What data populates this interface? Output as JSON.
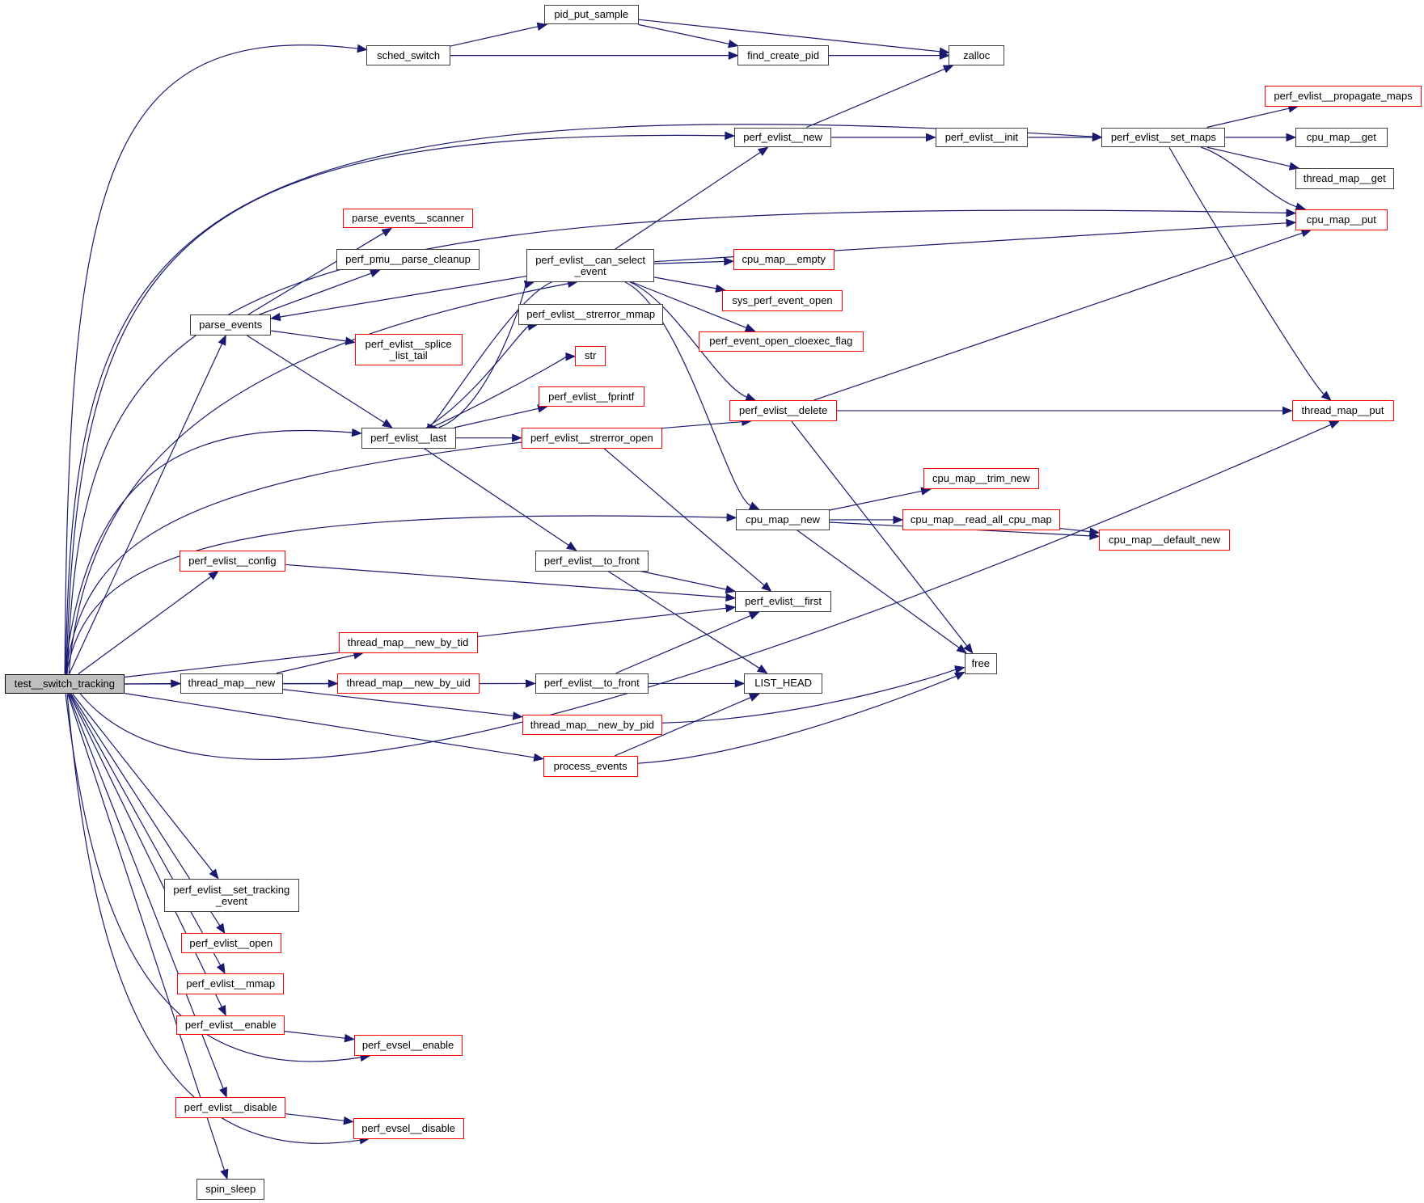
{
  "diagram": {
    "title": "Call graph for test__switch_tracking",
    "colors": {
      "edge": "#191970",
      "node_border_internal": "#404040",
      "node_border_external": "#ff0000",
      "root_fill": "#bfbfbf"
    },
    "nodes": [
      {
        "id": "test__switch_tracking",
        "label": "test__switch_tracking",
        "kind": "root"
      },
      {
        "id": "sched_switch",
        "label": "sched_switch",
        "kind": "internal"
      },
      {
        "id": "pid_put_sample",
        "label": "pid_put_sample",
        "kind": "internal"
      },
      {
        "id": "find_create_pid",
        "label": "find_create_pid",
        "kind": "internal"
      },
      {
        "id": "zalloc",
        "label": "zalloc",
        "kind": "internal"
      },
      {
        "id": "perf_evlist__propagate_maps",
        "label": "perf_evlist__propagate_maps",
        "kind": "external"
      },
      {
        "id": "perf_evlist__new",
        "label": "perf_evlist__new",
        "kind": "internal"
      },
      {
        "id": "perf_evlist__init",
        "label": "perf_evlist__init",
        "kind": "internal"
      },
      {
        "id": "perf_evlist__set_maps",
        "label": "perf_evlist__set_maps",
        "kind": "internal"
      },
      {
        "id": "cpu_map__get",
        "label": "cpu_map__get",
        "kind": "internal"
      },
      {
        "id": "thread_map__get",
        "label": "thread_map__get",
        "kind": "internal"
      },
      {
        "id": "cpu_map__put",
        "label": "cpu_map__put",
        "kind": "external"
      },
      {
        "id": "parse_events__scanner",
        "label": "parse_events__scanner",
        "kind": "external"
      },
      {
        "id": "perf_pmu__parse_cleanup",
        "label": "perf_pmu__parse_cleanup",
        "kind": "internal"
      },
      {
        "id": "perf_evlist__can_select_event",
        "label": "perf_evlist__can_select\n_event",
        "kind": "internal"
      },
      {
        "id": "cpu_map__empty",
        "label": "cpu_map__empty",
        "kind": "external"
      },
      {
        "id": "sys_perf_event_open",
        "label": "sys_perf_event_open",
        "kind": "external"
      },
      {
        "id": "parse_events",
        "label": "parse_events",
        "kind": "internal"
      },
      {
        "id": "perf_evlist__strerror_mmap",
        "label": "perf_evlist__strerror_mmap",
        "kind": "internal"
      },
      {
        "id": "perf_evlist__splice_list_tail",
        "label": "perf_evlist__splice\n_list_tail",
        "kind": "external"
      },
      {
        "id": "perf_event_open_cloexec_flag",
        "label": "perf_event_open_cloexec_flag",
        "kind": "external"
      },
      {
        "id": "str",
        "label": "str",
        "kind": "external"
      },
      {
        "id": "perf_evlist__fprintf",
        "label": "perf_evlist__fprintf",
        "kind": "external"
      },
      {
        "id": "perf_evlist__delete",
        "label": "perf_evlist__delete",
        "kind": "external"
      },
      {
        "id": "thread_map__put",
        "label": "thread_map__put",
        "kind": "external"
      },
      {
        "id": "perf_evlist__last",
        "label": "perf_evlist__last",
        "kind": "internal"
      },
      {
        "id": "perf_evlist__strerror_open",
        "label": "perf_evlist__strerror_open",
        "kind": "external"
      },
      {
        "id": "cpu_map__trim_new",
        "label": "cpu_map__trim_new",
        "kind": "external"
      },
      {
        "id": "cpu_map__new",
        "label": "cpu_map__new",
        "kind": "internal"
      },
      {
        "id": "cpu_map__read_all_cpu_map",
        "label": "cpu_map__read_all_cpu_map",
        "kind": "external"
      },
      {
        "id": "cpu_map__default_new",
        "label": "cpu_map__default_new",
        "kind": "external"
      },
      {
        "id": "perf_evlist__config",
        "label": "perf_evlist__config",
        "kind": "external"
      },
      {
        "id": "perf_evlist__to_front_a",
        "label": "perf_evlist__to_front",
        "kind": "internal"
      },
      {
        "id": "perf_evlist__first",
        "label": "perf_evlist__first",
        "kind": "internal"
      },
      {
        "id": "thread_map__new_by_tid",
        "label": "thread_map__new_by_tid",
        "kind": "external"
      },
      {
        "id": "free",
        "label": "free",
        "kind": "internal"
      },
      {
        "id": "thread_map__new",
        "label": "thread_map__new",
        "kind": "internal"
      },
      {
        "id": "thread_map__new_by_uid",
        "label": "thread_map__new_by_uid",
        "kind": "external"
      },
      {
        "id": "perf_evlist__to_front_b",
        "label": "perf_evlist__to_front",
        "kind": "internal"
      },
      {
        "id": "LIST_HEAD",
        "label": "LIST_HEAD",
        "kind": "internal"
      },
      {
        "id": "thread_map__new_by_pid",
        "label": "thread_map__new_by_pid",
        "kind": "external"
      },
      {
        "id": "process_events",
        "label": "process_events",
        "kind": "external"
      },
      {
        "id": "perf_evlist__set_tracking_event",
        "label": "perf_evlist__set_tracking\n_event",
        "kind": "internal"
      },
      {
        "id": "perf_evlist__open",
        "label": "perf_evlist__open",
        "kind": "external"
      },
      {
        "id": "perf_evlist__mmap",
        "label": "perf_evlist__mmap",
        "kind": "external"
      },
      {
        "id": "perf_evlist__enable",
        "label": "perf_evlist__enable",
        "kind": "external"
      },
      {
        "id": "perf_evsel__enable",
        "label": "perf_evsel__enable",
        "kind": "external"
      },
      {
        "id": "perf_evlist__disable",
        "label": "perf_evlist__disable",
        "kind": "external"
      },
      {
        "id": "perf_evsel__disable",
        "label": "perf_evsel__disable",
        "kind": "external"
      },
      {
        "id": "spin_sleep",
        "label": "spin_sleep",
        "kind": "internal"
      }
    ],
    "edges": [
      [
        "test__switch_tracking",
        "sched_switch"
      ],
      [
        "test__switch_tracking",
        "perf_evlist__set_maps"
      ],
      [
        "test__switch_tracking",
        "perf_evlist__new"
      ],
      [
        "test__switch_tracking",
        "cpu_map__put"
      ],
      [
        "test__switch_tracking",
        "parse_events"
      ],
      [
        "test__switch_tracking",
        "perf_evlist__can_select_event"
      ],
      [
        "test__switch_tracking",
        "perf_evlist__last"
      ],
      [
        "test__switch_tracking",
        "perf_evlist__delete"
      ],
      [
        "test__switch_tracking",
        "cpu_map__new"
      ],
      [
        "test__switch_tracking",
        "perf_evlist__config"
      ],
      [
        "test__switch_tracking",
        "perf_evlist__first"
      ],
      [
        "test__switch_tracking",
        "thread_map__new"
      ],
      [
        "test__switch_tracking",
        "perf_evlist__to_front_b"
      ],
      [
        "test__switch_tracking",
        "process_events"
      ],
      [
        "test__switch_tracking",
        "thread_map__put"
      ],
      [
        "test__switch_tracking",
        "perf_evlist__set_tracking_event"
      ],
      [
        "test__switch_tracking",
        "perf_evlist__open"
      ],
      [
        "test__switch_tracking",
        "perf_evlist__mmap"
      ],
      [
        "test__switch_tracking",
        "perf_evlist__enable"
      ],
      [
        "test__switch_tracking",
        "perf_evsel__enable"
      ],
      [
        "test__switch_tracking",
        "perf_evlist__disable"
      ],
      [
        "test__switch_tracking",
        "perf_evsel__disable"
      ],
      [
        "test__switch_tracking",
        "spin_sleep"
      ],
      [
        "sched_switch",
        "pid_put_sample"
      ],
      [
        "sched_switch",
        "find_create_pid"
      ],
      [
        "pid_put_sample",
        "find_create_pid"
      ],
      [
        "pid_put_sample",
        "zalloc"
      ],
      [
        "find_create_pid",
        "zalloc"
      ],
      [
        "perf_evlist__new",
        "zalloc"
      ],
      [
        "perf_evlist__new",
        "perf_evlist__init"
      ],
      [
        "perf_evlist__init",
        "perf_evlist__set_maps"
      ],
      [
        "perf_evlist__set_maps",
        "perf_evlist__propagate_maps"
      ],
      [
        "perf_evlist__set_maps",
        "cpu_map__get"
      ],
      [
        "perf_evlist__set_maps",
        "thread_map__get"
      ],
      [
        "perf_evlist__set_maps",
        "cpu_map__put"
      ],
      [
        "perf_evlist__set_maps",
        "thread_map__put"
      ],
      [
        "parse_events",
        "parse_events__scanner"
      ],
      [
        "parse_events",
        "perf_pmu__parse_cleanup"
      ],
      [
        "parse_events",
        "perf_evlist__splice_list_tail"
      ],
      [
        "parse_events",
        "perf_evlist__last"
      ],
      [
        "perf_evlist__can_select_event",
        "parse_events"
      ],
      [
        "perf_evlist__can_select_event",
        "perf_evlist__new"
      ],
      [
        "perf_evlist__can_select_event",
        "cpu_map__put"
      ],
      [
        "perf_evlist__can_select_event",
        "cpu_map__empty"
      ],
      [
        "perf_evlist__can_select_event",
        "sys_perf_event_open"
      ],
      [
        "perf_evlist__can_select_event",
        "perf_event_open_cloexec_flag"
      ],
      [
        "perf_evlist__can_select_event",
        "perf_evlist__delete"
      ],
      [
        "perf_evlist__can_select_event",
        "cpu_map__new"
      ],
      [
        "perf_evlist__can_select_event",
        "perf_evlist__last"
      ],
      [
        "perf_evlist__last",
        "perf_evlist__can_select_event"
      ],
      [
        "perf_evlist__last",
        "perf_evlist__strerror_mmap"
      ],
      [
        "perf_evlist__last",
        "str"
      ],
      [
        "perf_evlist__last",
        "perf_evlist__fprintf"
      ],
      [
        "perf_evlist__last",
        "perf_evlist__strerror_open"
      ],
      [
        "perf_evlist__last",
        "perf_evlist__to_front_a"
      ],
      [
        "perf_evlist__strerror_open",
        "perf_evlist__first"
      ],
      [
        "perf_evlist__delete",
        "cpu_map__put"
      ],
      [
        "perf_evlist__delete",
        "thread_map__put"
      ],
      [
        "perf_evlist__delete",
        "free"
      ],
      [
        "cpu_map__new",
        "cpu_map__trim_new"
      ],
      [
        "cpu_map__new",
        "cpu_map__read_all_cpu_map"
      ],
      [
        "cpu_map__new",
        "cpu_map__default_new"
      ],
      [
        "cpu_map__new",
        "free"
      ],
      [
        "cpu_map__read_all_cpu_map",
        "cpu_map__default_new"
      ],
      [
        "perf_evlist__config",
        "perf_evlist__first"
      ],
      [
        "perf_evlist__to_front_a",
        "perf_evlist__first"
      ],
      [
        "perf_evlist__to_front_a",
        "LIST_HEAD"
      ],
      [
        "perf_evlist__to_front_b",
        "perf_evlist__first"
      ],
      [
        "perf_evlist__to_front_b",
        "LIST_HEAD"
      ],
      [
        "thread_map__new",
        "thread_map__new_by_tid"
      ],
      [
        "thread_map__new",
        "thread_map__new_by_uid"
      ],
      [
        "thread_map__new",
        "thread_map__new_by_pid"
      ],
      [
        "thread_map__new_by_pid",
        "free"
      ],
      [
        "process_events",
        "LIST_HEAD"
      ],
      [
        "process_events",
        "free"
      ],
      [
        "perf_evlist__enable",
        "perf_evsel__enable"
      ],
      [
        "perf_evlist__disable",
        "perf_evsel__disable"
      ]
    ]
  }
}
